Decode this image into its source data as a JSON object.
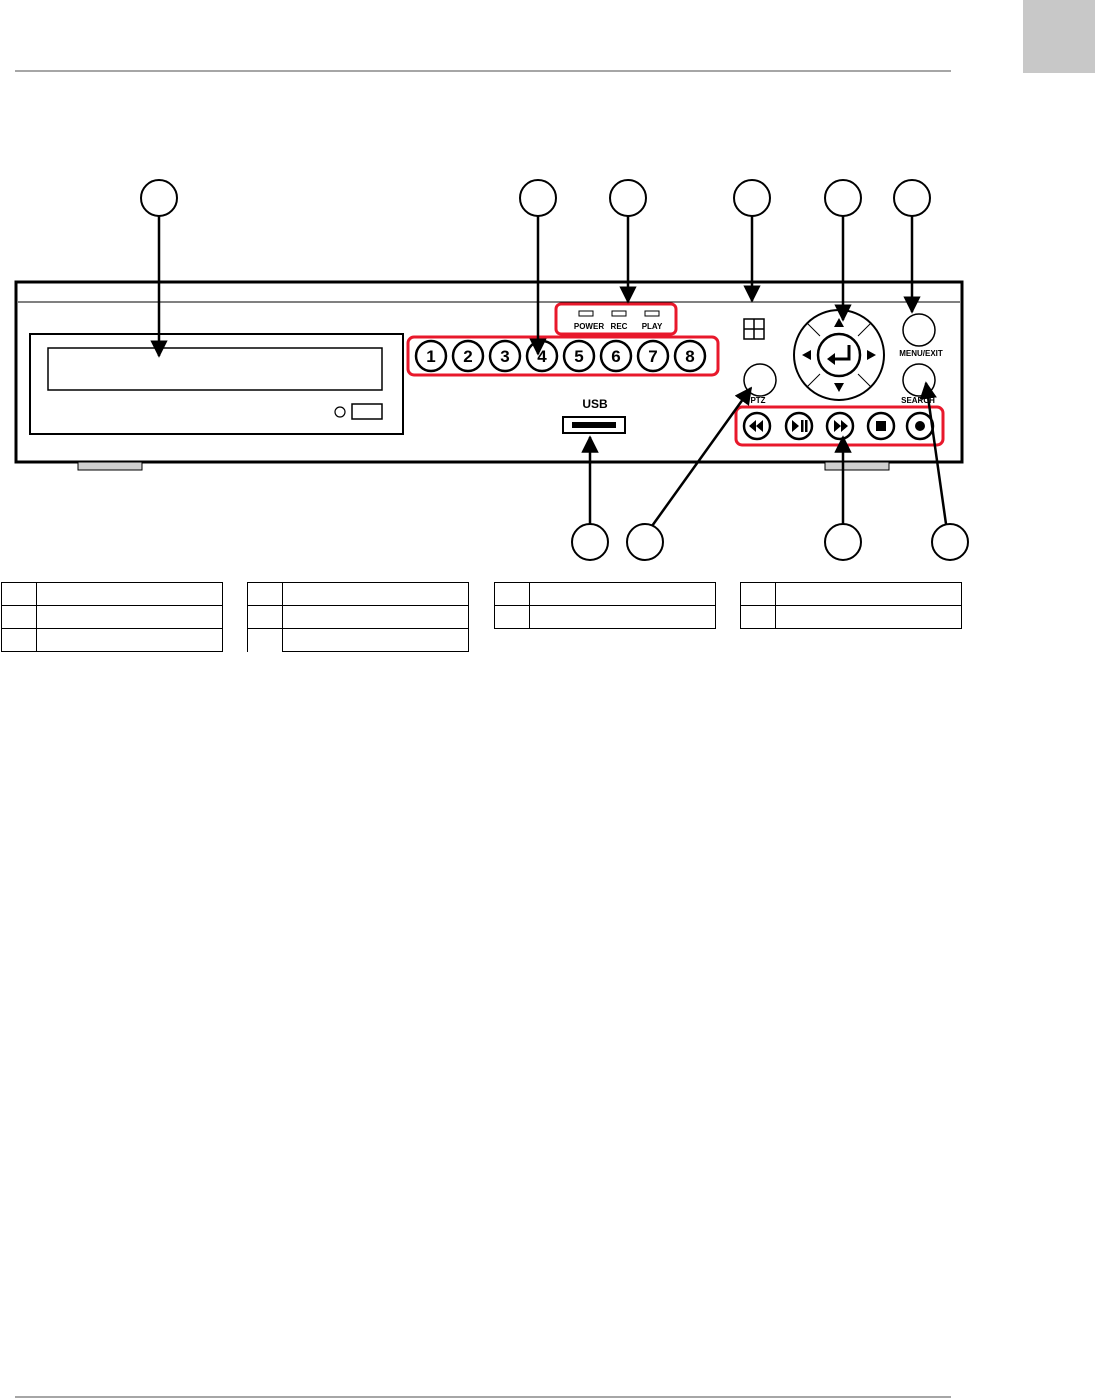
{
  "panel": {
    "led_labels": [
      "POWER",
      "REC",
      "PLAY"
    ],
    "channel_buttons": [
      "1",
      "2",
      "3",
      "4",
      "5",
      "6",
      "7",
      "8"
    ],
    "usb_label": "USB",
    "ptz_label": "PTZ",
    "menu_label": "MENU/EXIT",
    "search_label": "SEARCH",
    "highlight_color": "#e8182b"
  },
  "callouts": {
    "top_count": 6,
    "bottom_count": 4
  },
  "legend": {
    "columns": [
      {
        "rows": [
          "",
          "",
          ""
        ]
      },
      {
        "rows": [
          "",
          "",
          ""
        ]
      },
      {
        "rows": [
          "",
          ""
        ]
      },
      {
        "rows": [
          "",
          ""
        ]
      }
    ]
  }
}
